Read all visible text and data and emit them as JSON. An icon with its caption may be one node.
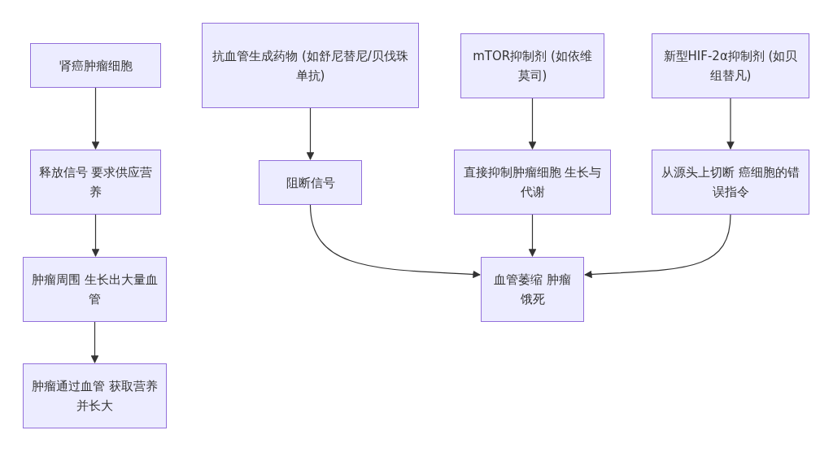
{
  "diagram": {
    "nodes": [
      {
        "text": [
          "肾癌肿瘤细胞"
        ]
      },
      {
        "text": [
          "释放信号 要求供应营养"
        ]
      },
      {
        "text": [
          "肿瘤周围 生长出大量血管"
        ]
      },
      {
        "text": [
          "肿瘤通过血管 获取营养并长大"
        ]
      },
      {
        "text": [
          "抗血管生成药物 (如舒尼替尼/贝伐珠单抗)"
        ]
      },
      {
        "text": [
          "mTOR抑制剂 (如依维莫司)"
        ]
      },
      {
        "text": [
          "新型HIF-2α抑制剂 (如贝组替凡)"
        ]
      },
      {
        "text": [
          "阻断信号"
        ]
      },
      {
        "text": [
          "直接抑制肿瘤细胞 生长与代谢"
        ]
      },
      {
        "text": [
          "从源头上切断 癌细胞的错误指令"
        ]
      },
      {
        "text": [
          "血管萎缩 肿瘤饿死"
        ]
      }
    ],
    "edges": [
      {
        "from": 0,
        "to": 1,
        "arrow": "to"
      },
      {
        "from": 1,
        "to": 2,
        "arrow": "to"
      },
      {
        "from": 2,
        "to": 3,
        "arrow": "to"
      },
      {
        "from": 4,
        "to": 7,
        "arrow": "to"
      },
      {
        "from": 5,
        "to": 8,
        "arrow": "to"
      },
      {
        "from": 6,
        "to": 9,
        "arrow": "to"
      },
      {
        "from": 7,
        "to": 10,
        "arrow": "to"
      },
      {
        "from": 8,
        "to": 10,
        "arrow": "to"
      },
      {
        "from": 9,
        "to": 10,
        "arrow": "to"
      }
    ]
  }
}
